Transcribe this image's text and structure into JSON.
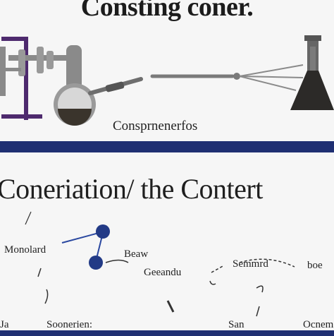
{
  "title": "Consting coner.",
  "caption": "Consprnenerfos",
  "heading": "Coneriation/ the  Contert",
  "labels": {
    "l1": "Monolard",
    "l2": "Beaw",
    "l3": "Semmrd",
    "l4": "boe",
    "l5": "Geeandu",
    "l6": "Soonerien:",
    "l7": "San",
    "l8": "Ocnem",
    "l9": "Ja"
  },
  "colors": {
    "accent_purple": "#4e2a6e",
    "navy": "#1f2f72",
    "node_fill": "#223a86",
    "apparatus_gray": "#8a8a8a",
    "flask_liquid": "#3a342c"
  },
  "icons": [
    "distillation-stand-icon",
    "round-bottom-flask-icon",
    "condenser-tube-icon",
    "erlenmeyer-flask-icon",
    "network-node-icon"
  ]
}
